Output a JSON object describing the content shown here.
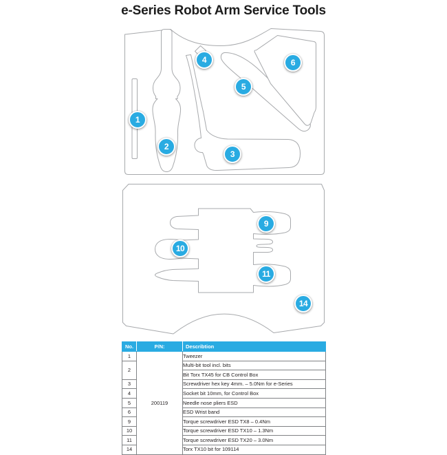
{
  "title": "e-Series Robot Arm Service Tools",
  "colors": {
    "accent_blue": "#29abe2",
    "outline_gray": "#a7a9ac",
    "text": "#231f20"
  },
  "diagram": {
    "top_tray_callouts": [
      {
        "label": "1"
      },
      {
        "label": "2"
      },
      {
        "label": "3"
      },
      {
        "label": "4"
      },
      {
        "label": "5"
      },
      {
        "label": "6"
      }
    ],
    "bottom_tray_callouts": [
      {
        "label": "9"
      },
      {
        "label": "10"
      },
      {
        "label": "11"
      },
      {
        "label": "14"
      }
    ]
  },
  "table": {
    "headers": {
      "no": "No.",
      "pn": "P/N:",
      "desc": "Describtion"
    },
    "pn_value": "200119",
    "rows": [
      {
        "no": "1",
        "desc": [
          "Tweezer"
        ]
      },
      {
        "no": "2",
        "desc": [
          "Multi-bit tool incl. bits",
          "Bit Torx TX45 for CB Control Box"
        ]
      },
      {
        "no": "3",
        "desc": [
          "Screwdriver hex key 4mm. – 5.0Nm for e-Series"
        ]
      },
      {
        "no": "4",
        "desc": [
          "Socket bit 10mm, for Control Box"
        ]
      },
      {
        "no": "5",
        "desc": [
          "Needle nose pliers ESD"
        ]
      },
      {
        "no": "6",
        "desc": [
          "ESD Wrist band"
        ]
      },
      {
        "no": "9",
        "desc": [
          "Torque screwdriver ESD TX8 – 0.4Nm"
        ]
      },
      {
        "no": "10",
        "desc": [
          "Torque screwdriver ESD TX10 – 1.3Nm"
        ]
      },
      {
        "no": "11",
        "desc": [
          "Torque screwdriver ESD TX20 – 3.0Nm"
        ]
      },
      {
        "no": "14",
        "desc": [
          "Torx TX10 bit for 109114"
        ]
      }
    ]
  }
}
